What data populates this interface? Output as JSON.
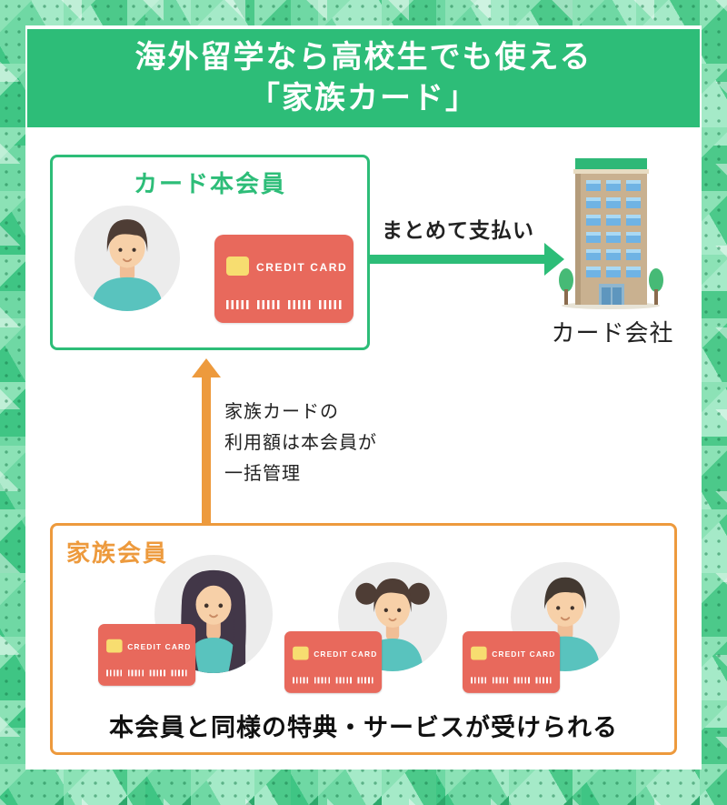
{
  "header": {
    "line1": "海外留学なら高校生でも使える",
    "line2": "「家族カード」"
  },
  "member_box": {
    "title": "カード本会員"
  },
  "credit_card": {
    "label": "CREDIT CARD"
  },
  "payment": {
    "label": "まとめて支払い"
  },
  "company": {
    "label": "カード会社"
  },
  "manage_note": {
    "lines": [
      "家族カードの",
      "利用額は本会員が",
      "一括管理"
    ]
  },
  "family_box": {
    "title": "家族会員",
    "note": "本会員と同様の特典・サービスが受けられる"
  },
  "colors": {
    "green": "#2dbd78",
    "orange": "#ED9A3D",
    "card_red": "#E8695C",
    "card_chip_yellow": "#F7DD70",
    "shirt_teal": "#59C3BE"
  }
}
